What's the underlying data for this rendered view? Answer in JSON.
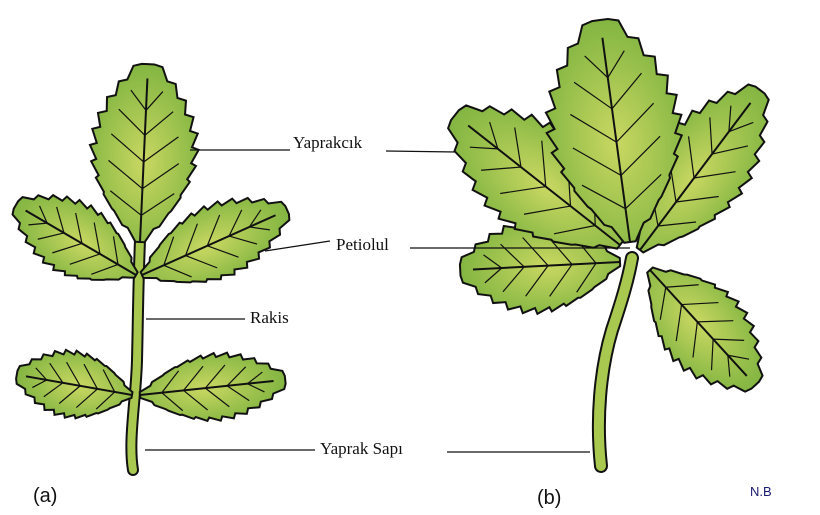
{
  "labels": {
    "leaflet": "Yaprakcık",
    "petiolule": "Petiolul",
    "rachis": "Rakis",
    "petiole": "Yaprak Sapı"
  },
  "captions": {
    "a": "(a)",
    "b": "(b)"
  },
  "signature": "N.B",
  "colors": {
    "leaf": "#86b845",
    "leaf_light": "#c9d862",
    "outline": "#111111"
  }
}
